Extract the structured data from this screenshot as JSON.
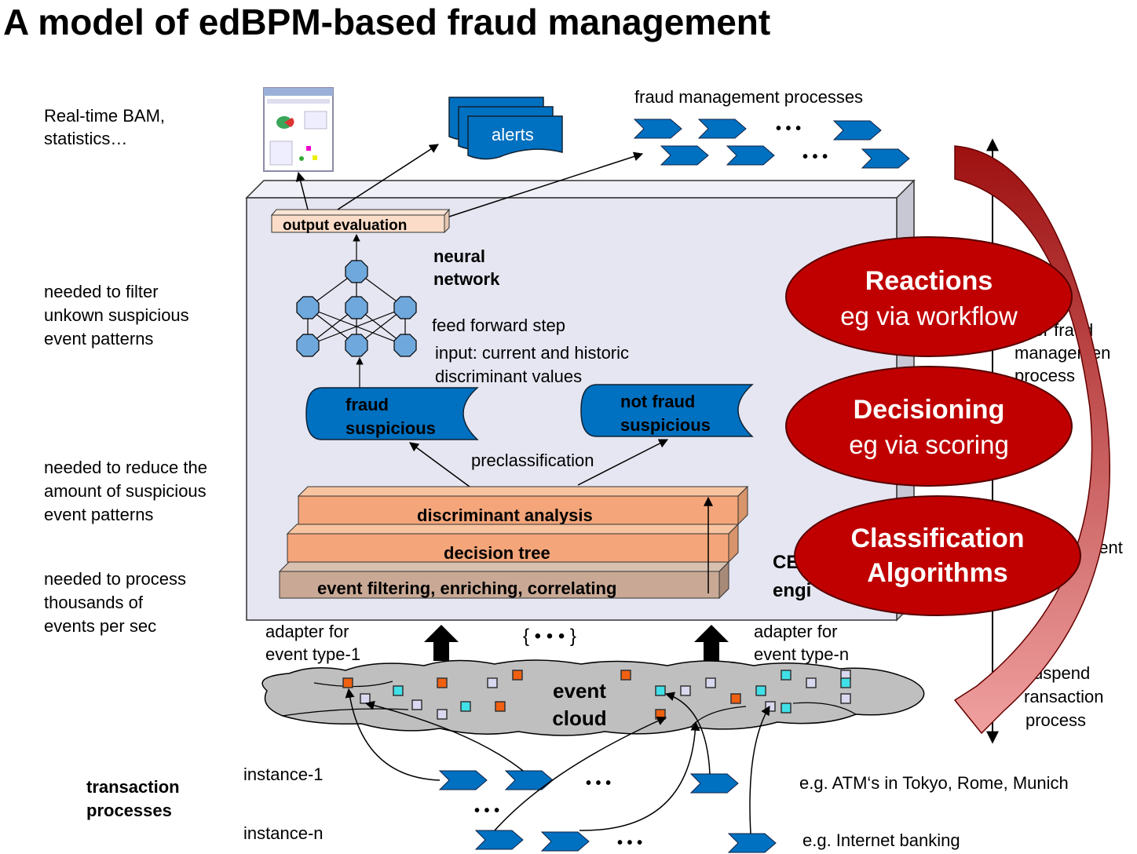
{
  "title": "A model of edBPM-based fraud management",
  "left_notes": {
    "bam": [
      "Real-time BAM,",
      "statistics…"
    ],
    "neural": [
      "needed to filter",
      "unkown suspicious",
      "event patterns"
    ],
    "reduce": [
      "needed to reduce the",
      "amount of suspicious",
      "event patterns"
    ],
    "process": [
      "needed to process",
      "thousands of",
      "events per sec"
    ],
    "transaction": [
      "transaction",
      "processes"
    ]
  },
  "top": {
    "alerts": "alerts",
    "fraud_processes": "fraud management processes",
    "dots": "• • •"
  },
  "cep": {
    "output_evaluation": "output evaluation",
    "neural_network": [
      "neural",
      "network"
    ],
    "feed_forward": "feed forward step",
    "input_note": [
      "input: current and historic",
      "discriminant values"
    ],
    "fraud_suspicious": [
      "fraud",
      "suspicious"
    ],
    "not_fraud_suspicious": [
      "not fraud",
      "suspicious"
    ],
    "preclassification": "preclassification",
    "discriminant_analysis": "discriminant analysis",
    "decision_tree": "decision tree",
    "event_filtering": "event filtering, enriching, correlating",
    "engine_label": [
      "CE",
      "engi"
    ]
  },
  "adapters": {
    "type1": [
      "adapter for",
      "event type-1"
    ],
    "typen": [
      "adapter for",
      "event type-n"
    ],
    "middle": "{ • • • }"
  },
  "cloud": {
    "label": [
      "event",
      "cloud"
    ]
  },
  "instances": {
    "instance1": "instance-1",
    "instancen": "instance-n",
    "dots": "• • •",
    "atm": "e.g. ATM‘s in Tokyo, Rome, Munich",
    "internet": "e.g. Internet banking"
  },
  "right_notes": {
    "trigger": [
      "gger fraud",
      "managemen",
      "process"
    ],
    "event": "event",
    "suspend": [
      "uspend",
      "ransaction",
      "process"
    ]
  },
  "ovals": {
    "reactions": [
      "Reactions",
      "eg via workflow"
    ],
    "decisioning": [
      "Decisioning",
      "eg via scoring"
    ],
    "classification": [
      "Classification",
      "Algorithms"
    ]
  },
  "colors": {
    "blue": "#0070C0",
    "dark_red": "#C00000",
    "salmon": "#F4A57A",
    "tan": "#C9A995",
    "panel": "#E6E6F2"
  }
}
